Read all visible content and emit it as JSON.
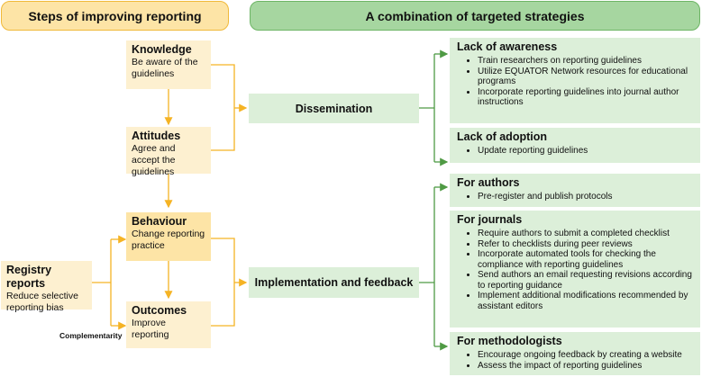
{
  "headers": {
    "left": "Steps of improving reporting",
    "right": "A combination of targeted strategies"
  },
  "stages": {
    "knowledge": {
      "title": "Knowledge",
      "desc": "Be aware of the guidelines"
    },
    "attitudes": {
      "title": "Attitudes",
      "desc": "Agree and accept the guidelines"
    },
    "behaviour": {
      "title": "Behaviour",
      "desc": "Change reporting practice"
    },
    "outcomes": {
      "title": "Outcomes",
      "desc": "Improve reporting"
    }
  },
  "registry": {
    "title": "Registry reports",
    "desc": "Reduce selective reporting bias"
  },
  "complementarity": "Complementarity",
  "middle": {
    "dissemination": "Dissemination",
    "implementation": "Implementation and feedback"
  },
  "strategies": {
    "awareness": {
      "title": "Lack of awareness",
      "items": [
        "Train researchers on reporting guidelines",
        "Utilize EQUATOR Network resources for educational programs",
        "Incorporate reporting guidelines into journal author instructions"
      ]
    },
    "adoption": {
      "title": "Lack of adoption",
      "items": [
        "Update reporting guidelines"
      ]
    },
    "authors": {
      "title": "For authors",
      "items": [
        "Pre-register and publish protocols"
      ]
    },
    "journals": {
      "title": "For journals",
      "items": [
        "Require authors to submit a completed checklist",
        "Refer to checklists during peer reviews",
        "Incorporate automated tools for checking the compliance with reporting guidelines",
        "Send authors an email requesting revisions according to reporting guidance",
        "Implement additional modifications recommended by assistant editors"
      ]
    },
    "methodologists": {
      "title": "For methodologists",
      "items": [
        "Encourage ongoing feedback by creating a website",
        "Assess the impact of reporting guidelines"
      ]
    }
  },
  "colors": {
    "yellow_header": "#fde4a6",
    "yellow_box": "#fdf0d0",
    "green_header": "#a6d6a0",
    "green_box": "#dcefd9",
    "yellow_line": "#f5b324",
    "green_line": "#4f9a44"
  }
}
